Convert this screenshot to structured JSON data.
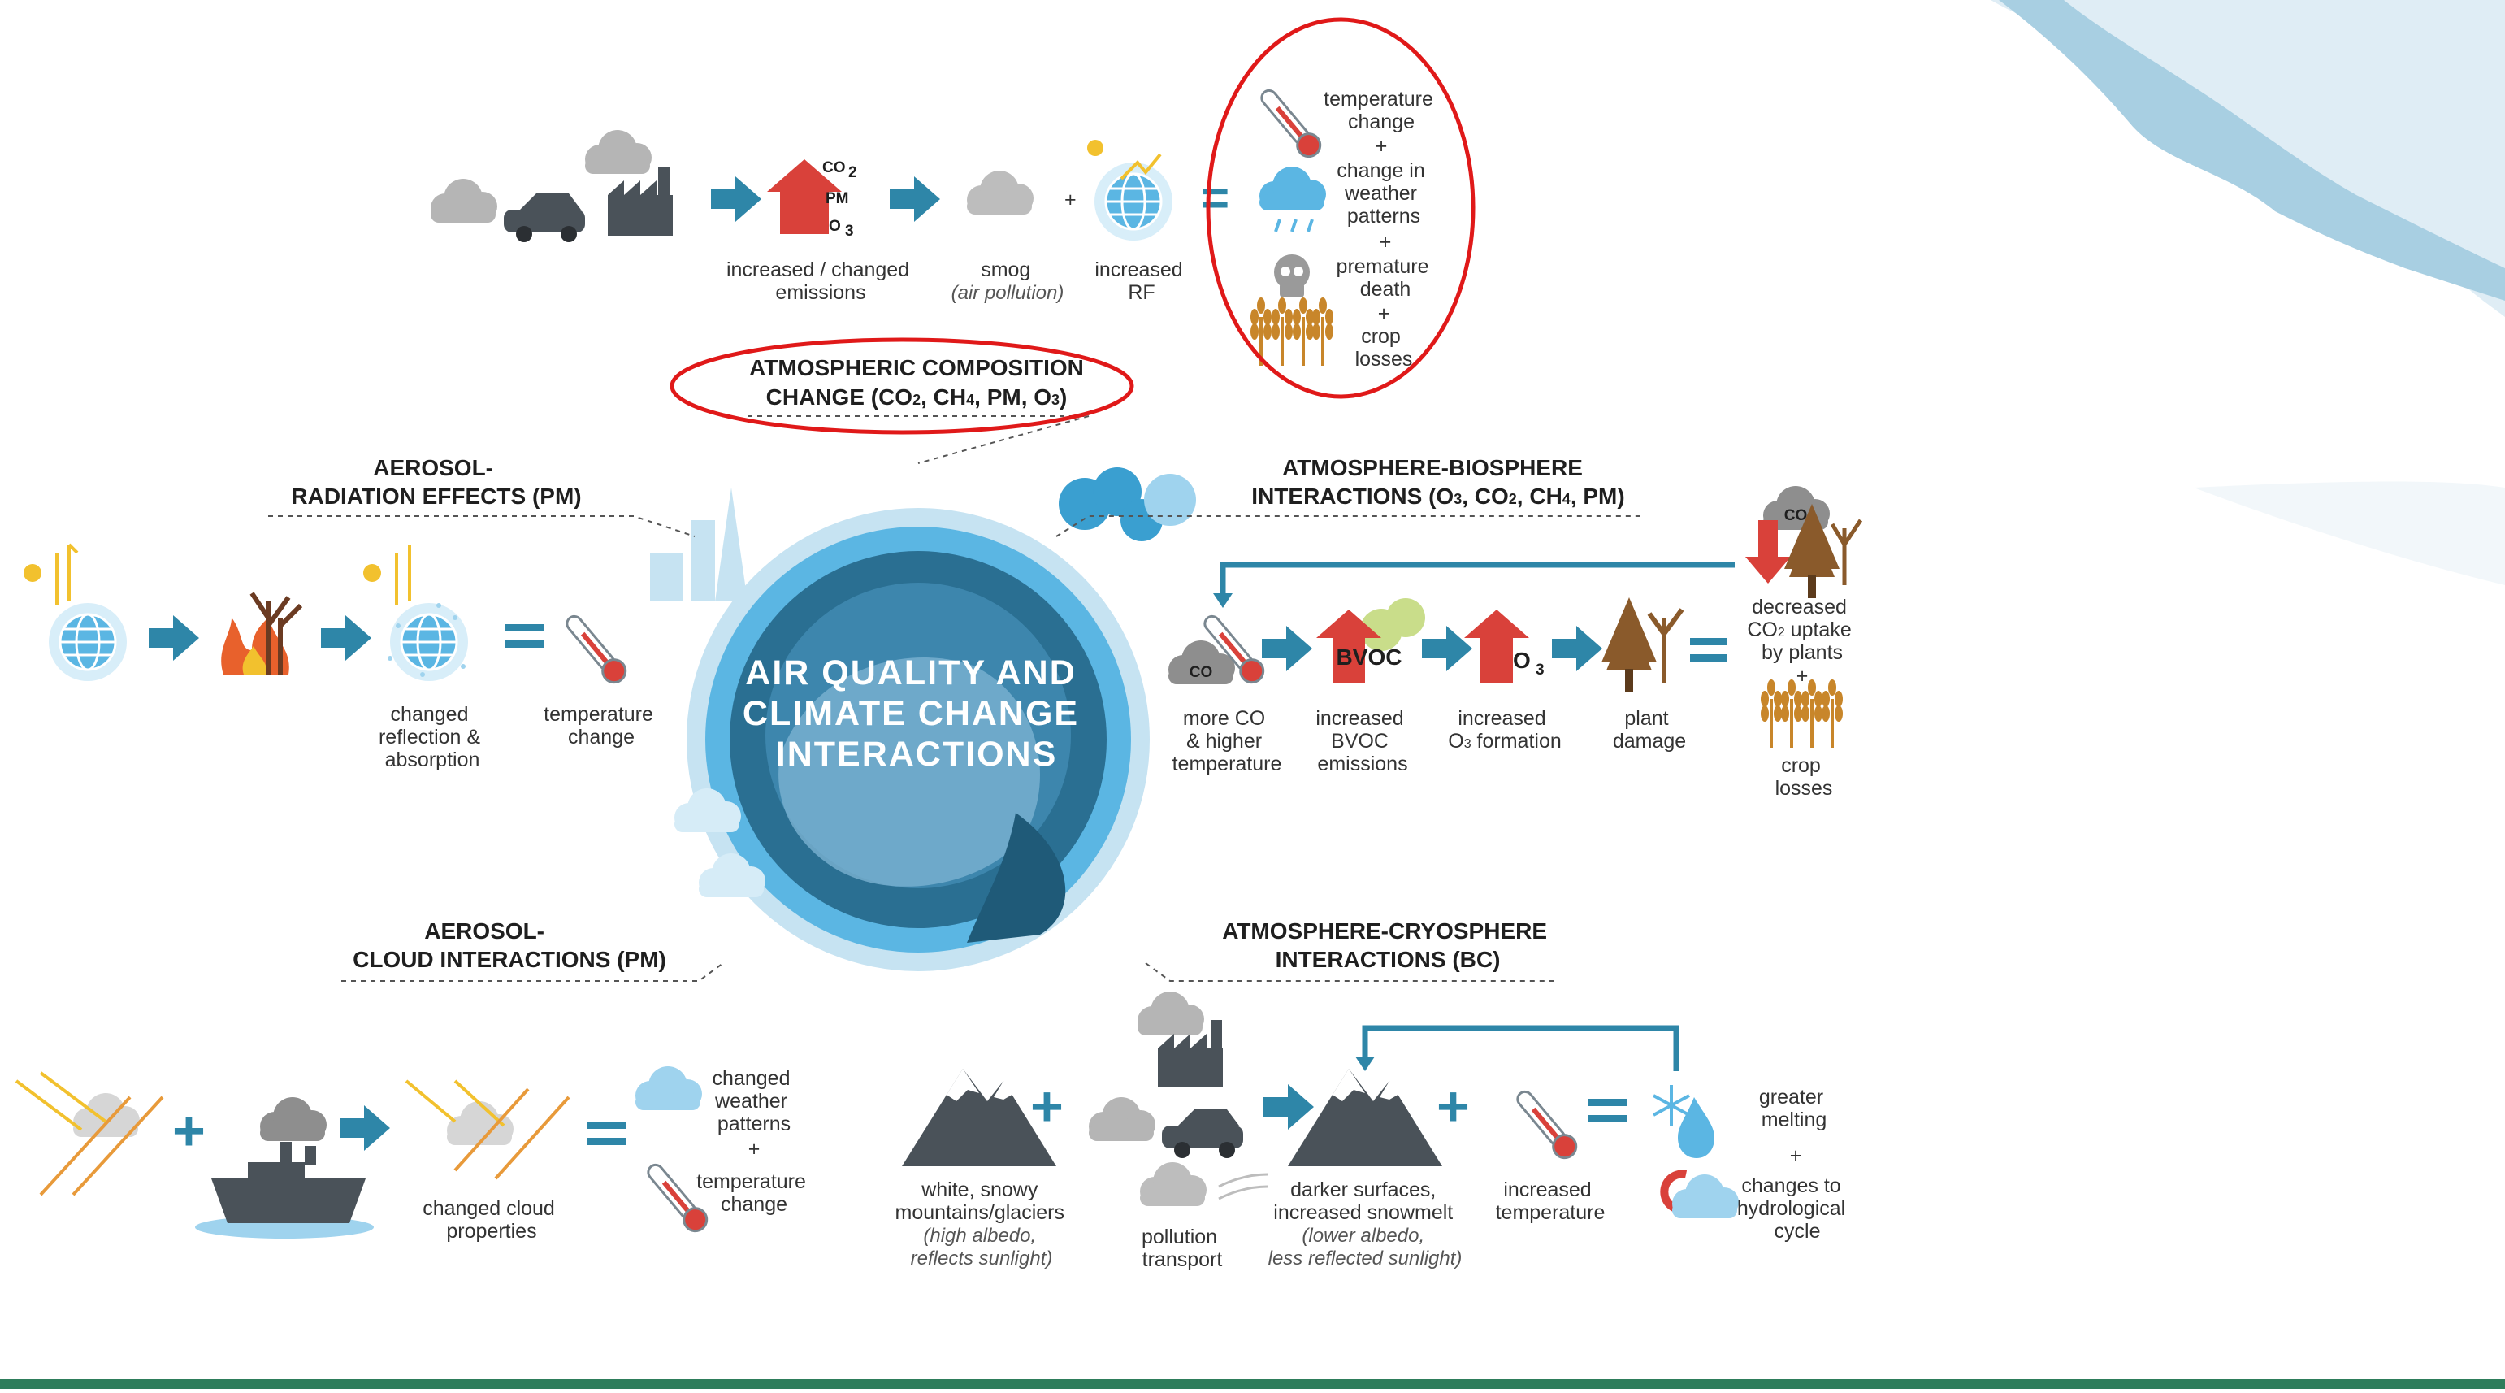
{
  "top_chain": {
    "pollutants": [
      "CO",
      "PM",
      "O"
    ],
    "emissions_label": [
      "increased / changed",
      "emissions"
    ],
    "plus": "+",
    "smog_label": [
      "smog",
      "(air pollution)"
    ],
    "rf_label": [
      "increased",
      "RF"
    ],
    "equals": "=",
    "impacts": [
      [
        "temperature",
        "change"
      ],
      [
        "change in",
        "weather",
        "patterns"
      ],
      [
        "premature",
        "death"
      ],
      [
        "crop",
        "losses"
      ]
    ]
  },
  "composition": {
    "title": "ATMOSPHERIC COMPOSITION",
    "subtitle": "CHANGE  (CO",
    "parts": [
      "CO",
      "CH",
      "PM",
      "O"
    ]
  },
  "center": {
    "lines": [
      "AIR QUALITY AND",
      "CLIMATE CHANGE",
      "INTERACTIONS"
    ]
  },
  "aerosol_radiation": {
    "title": [
      "AEROSOL-",
      "RADIATION EFFECTS (PM)"
    ],
    "label_reflection": [
      "changed",
      "reflection &",
      "absorption"
    ],
    "label_temperature": [
      "temperature",
      "change"
    ]
  },
  "biosphere": {
    "title_line1": "ATMOSPHERE-BIOSPHERE",
    "title_line2": "INTERACTIONS (O",
    "title_parts": [
      "O",
      "CO",
      "CH",
      "PM)"
    ],
    "co2_tag": "CO",
    "bvoc": "BVOC",
    "o3": "O",
    "labels": [
      [
        "more CO",
        "& higher",
        "temperature"
      ],
      [
        "increased",
        "BVOC",
        "emissions"
      ],
      [
        "increased",
        "O",
        "formation"
      ],
      [
        "plant",
        "damage"
      ]
    ],
    "result_uptake": [
      "decreased",
      "CO",
      "uptake",
      "by plants"
    ],
    "result_crop": [
      "crop",
      "losses"
    ]
  },
  "cloud": {
    "title": [
      "AEROSOL-",
      "CLOUD INTERACTIONS (PM)"
    ],
    "label_cloud": [
      "changed cloud",
      "properties"
    ],
    "label_weather": [
      "changed",
      "weather",
      "patterns"
    ],
    "label_temperature": [
      "temperature",
      "change"
    ]
  },
  "cryosphere": {
    "title": [
      "ATMOSPHERE-CRYOSPHERE",
      "INTERACTIONS (BC)"
    ],
    "label_snowy": [
      "white, snowy",
      "mountains/glaciers"
    ],
    "label_snowy_note": [
      "(high albedo,",
      "reflects sunlight)"
    ],
    "label_transport": [
      "pollution",
      "transport"
    ],
    "label_darker": [
      "darker surfaces,",
      "increased snowmelt"
    ],
    "label_darker_note": [
      "(lower albedo,",
      "less reflected sunlight)"
    ],
    "label_temp": [
      "increased",
      "temperature"
    ],
    "label_melting": [
      "greater",
      "melting"
    ],
    "label_hydro": [
      "changes to",
      "hydrological",
      "cycle"
    ]
  },
  "colors": {
    "arrow": "#2e86a8",
    "red_arrow": "#d9413a",
    "highlight": "#e01919",
    "globe": "#5bb6e3",
    "footer": "#2e7d5b"
  }
}
